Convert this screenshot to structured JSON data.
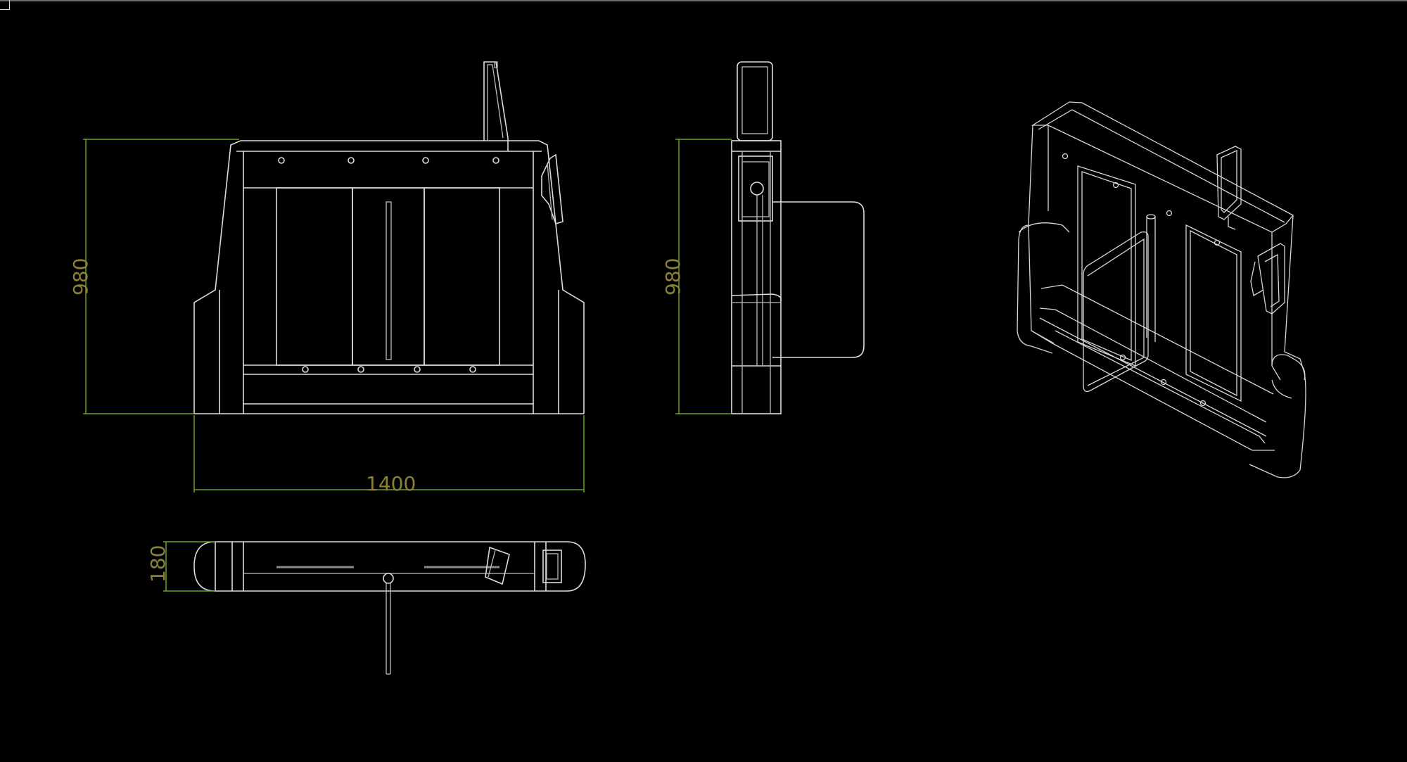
{
  "drawing": {
    "views": [
      "front-view",
      "side-view",
      "top-view",
      "isometric-view"
    ],
    "dimensions": {
      "front_height": "980",
      "front_width": "1400",
      "side_height": "980",
      "top_depth": "180"
    },
    "colors": {
      "background": "#000000",
      "line": "#dcdcdc",
      "dimension_line": "#6ea025",
      "dimension_text": "#8a8138"
    }
  }
}
